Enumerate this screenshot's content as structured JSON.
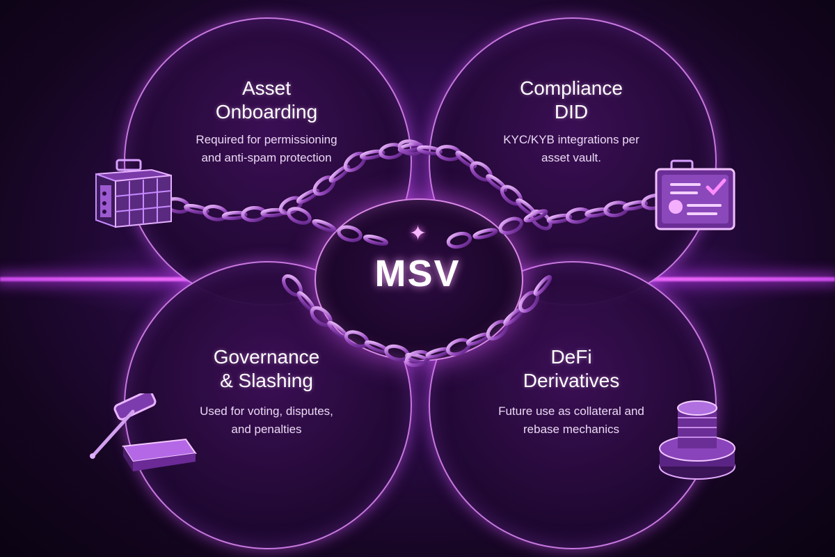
{
  "center": {
    "label": "MSV"
  },
  "nodes": [
    {
      "id": "asset-onboarding",
      "title_line1": "Asset",
      "title_line2": "Onboarding",
      "desc_line1": "Required for permissioning",
      "desc_line2": "and anti-spam protection",
      "icon": "vault-icon"
    },
    {
      "id": "compliance-did",
      "title_line1": "Compliance",
      "title_line2": "DID",
      "desc_line1": "KYC/KYB integrations per",
      "desc_line2": "asset vault.",
      "icon": "id-card-icon"
    },
    {
      "id": "governance-slashing",
      "title_line1": "Governance",
      "title_line2": "& Slashing",
      "desc_line1": "Used for voting, disputes,",
      "desc_line2": "and penalties",
      "icon": "gavel-icon"
    },
    {
      "id": "defi-derivatives",
      "title_line1": "DeFi",
      "title_line2": "Derivatives",
      "desc_line1": "Future use as collateral and",
      "desc_line2": "rebase mechanics",
      "icon": "coin-stack-icon"
    }
  ],
  "colors": {
    "accent": "#e38cff",
    "glow": "#c83cff",
    "background": "#1a0628"
  }
}
